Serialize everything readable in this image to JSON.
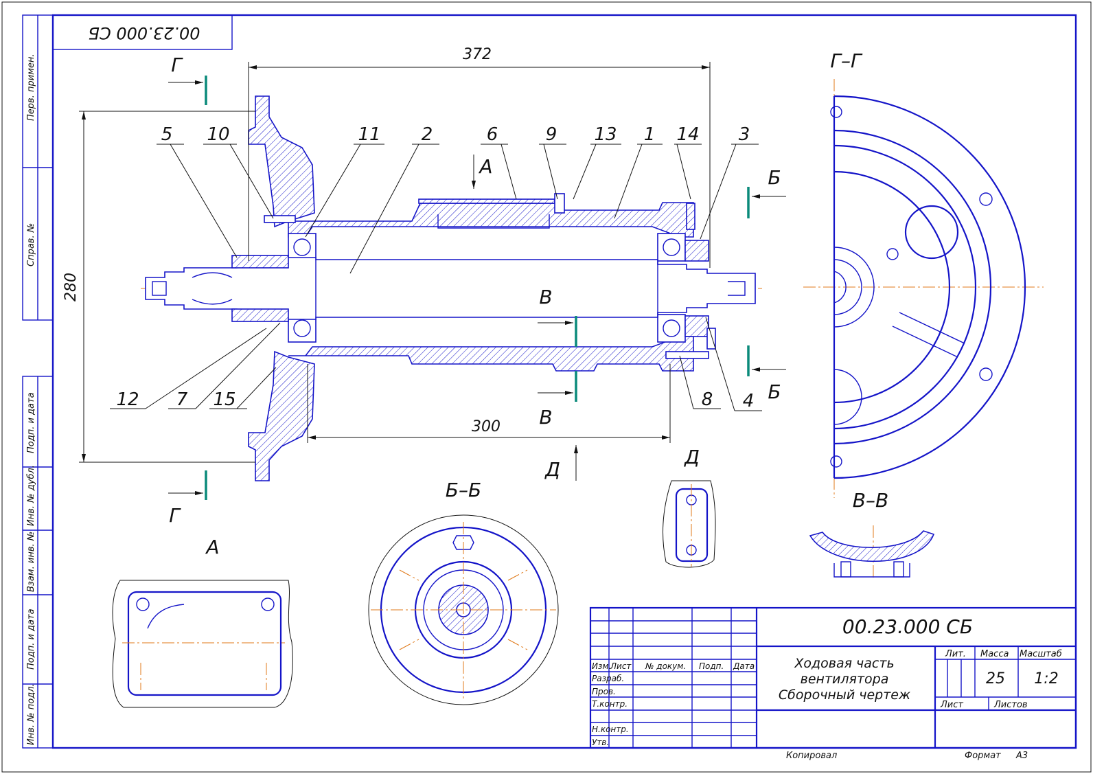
{
  "document_code_title_block": "00.23.000 СБ",
  "document_code_corner": "00.23.000 СБ",
  "title": [
    "Ходовая часть",
    "вентилятора",
    "Сборочный чертеж"
  ],
  "mass": "25",
  "scale": "1:2",
  "side_stamps": [
    "Перв. примен.",
    "Справ. №",
    "Подп. и дата",
    "Инв. № дубл.",
    "Взам. инв. №",
    "Подп. и дата",
    "Инв. № подл."
  ],
  "title_block": {
    "headers": [
      "Изм.",
      "Лист",
      "№ докум.",
      "Подп.",
      "Дата"
    ],
    "roles": [
      "Разраб.",
      "Пров.",
      "Т.контр.",
      "Н.контр.",
      "Утв."
    ],
    "lit_label": "Лит.",
    "mass_label": "Масса",
    "scale_label": "Масштаб",
    "sheet_label": "Лист",
    "sheets_label": "Листов"
  },
  "footer": {
    "copied": "Копировал",
    "format_label": "Формат",
    "format_value": "A3"
  },
  "dimensions": {
    "overall_length": "372",
    "bearing_span": "300",
    "flange_height": "280"
  },
  "positions": [
    "5",
    "10",
    "11",
    "2",
    "6",
    "9",
    "13",
    "1",
    "14",
    "3",
    "12",
    "7",
    "15",
    "8",
    "4"
  ],
  "section_letters": {
    "g": "Г",
    "b": "Б",
    "v": "В",
    "a": "А",
    "d": "Д",
    "gg": "Г–Г",
    "bb": "Б–Б",
    "vv": "В–В"
  },
  "colors": {
    "line": "#1414c8",
    "axis": "#e07a1a",
    "cut": "#0a8a7a"
  }
}
